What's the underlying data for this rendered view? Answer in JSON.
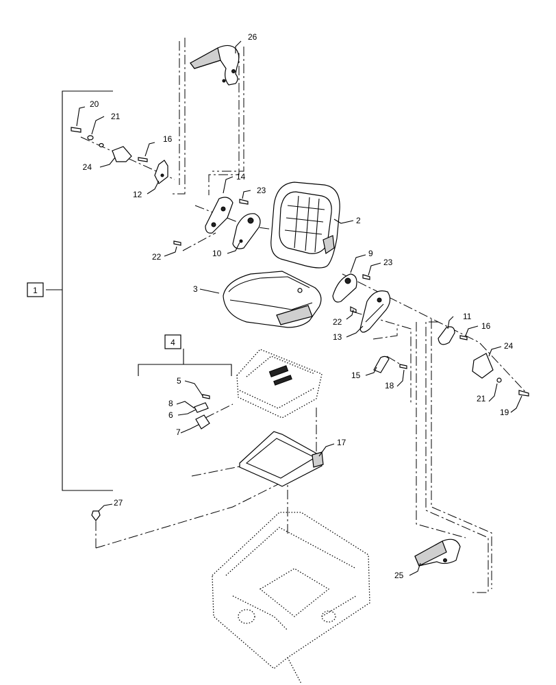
{
  "callouts": {
    "c1": "1",
    "c2": "2",
    "c3": "3",
    "c4": "4",
    "c5": "5",
    "c6": "6",
    "c7": "7",
    "c8": "8",
    "c9": "9",
    "c10": "10",
    "c11": "11",
    "c12": "12",
    "c13": "13",
    "c14": "14",
    "c15": "15",
    "c16a": "16",
    "c16b": "16",
    "c17": "17",
    "c18": "18",
    "c19": "19",
    "c20": "20",
    "c21a": "21",
    "c21b": "21",
    "c22a": "22",
    "c22b": "22",
    "c23a": "23",
    "c23b": "23",
    "c24a": "24",
    "c24b": "24",
    "c25": "25",
    "c26": "26",
    "c27": "27"
  },
  "group_labels": {
    "assembly": "1",
    "suspension": "4"
  }
}
